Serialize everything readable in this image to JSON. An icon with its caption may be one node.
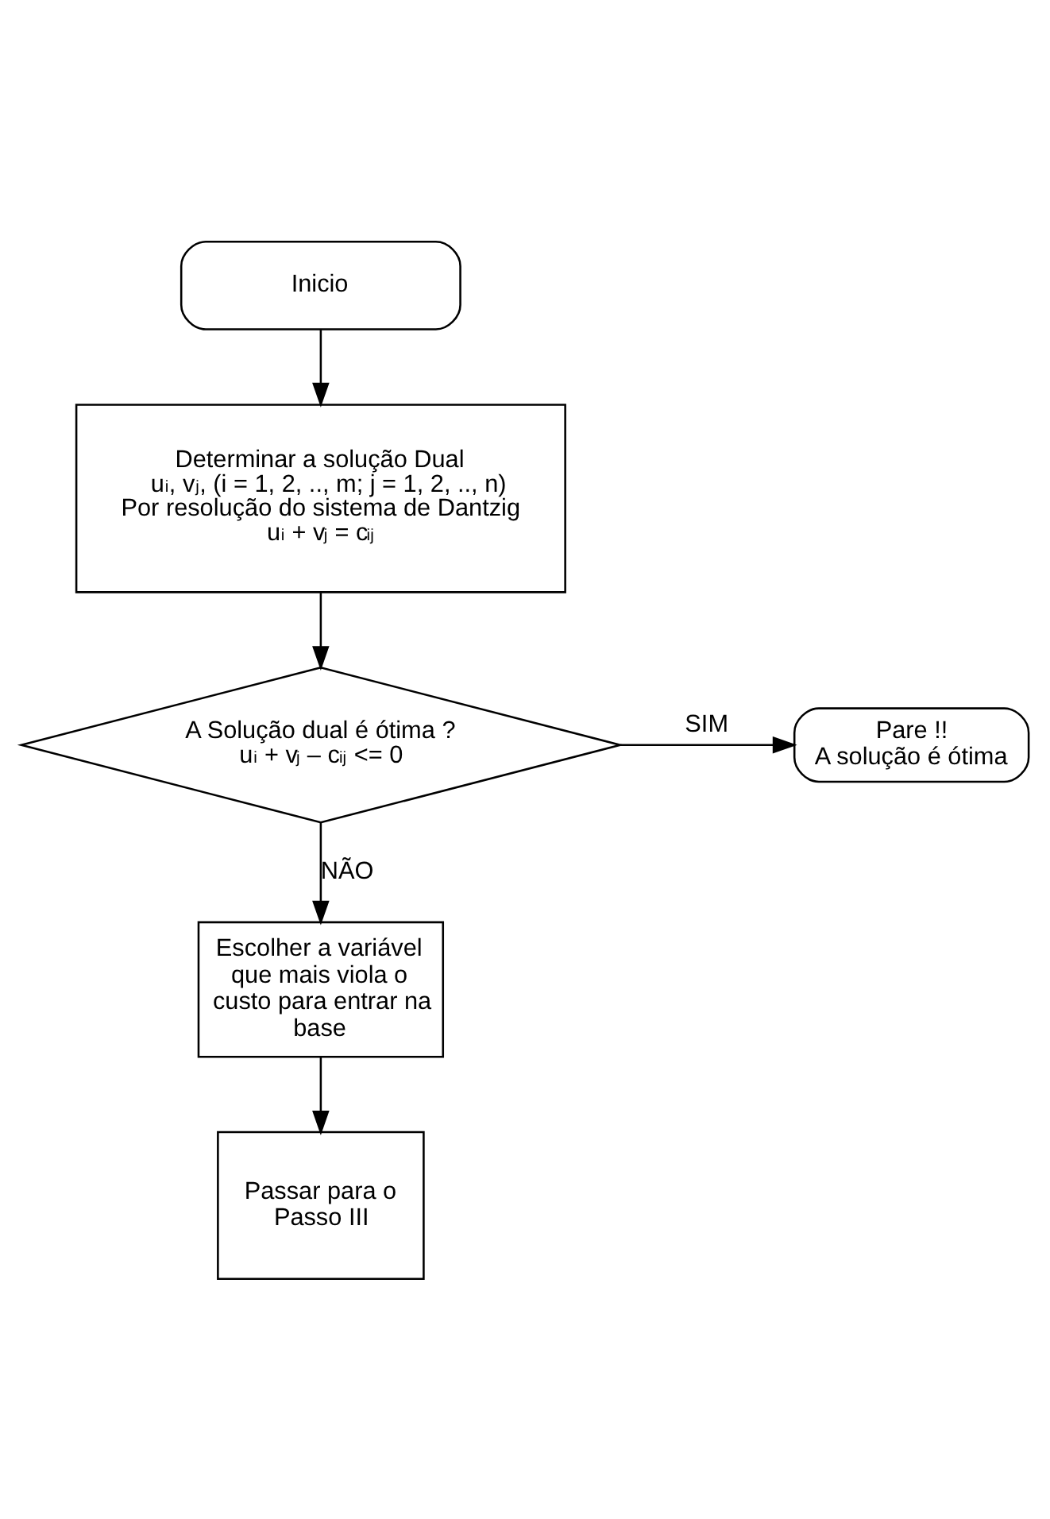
{
  "diagram": {
    "nodes": [
      {
        "text": [
          "Inicio"
        ]
      },
      {
        "text": [
          "Determinar a solução Dual",
          "u$_{i}$, v$_{j}$, (i = 1, 2, .., m; j = 1, 2, .., n)",
          "Por resolução do sistema de Dantzig",
          "u$_{i}$ + v$_{j}$ = c$_{ij}$"
        ]
      },
      {
        "text": [
          "A Solução dual é ótima ?",
          "u$_{i}$ + v$_{j}$ – c$_{ij}$ <= 0"
        ]
      },
      {
        "text": [
          "Pare !!",
          "A solução é ótima"
        ]
      },
      {
        "text": [
          "Escolher a variável que mais viola o custo para entrar na base"
        ]
      },
      {
        "text": [
          "Passar para o Passo III"
        ]
      }
    ],
    "edges": [
      {
        "from": 0,
        "to": 1,
        "arrow": "to"
      },
      {
        "from": 1,
        "to": 2,
        "arrow": "to"
      },
      {
        "from": 2,
        "to": 3,
        "arrow": "to",
        "label": "SIM"
      },
      {
        "from": 2,
        "to": 4,
        "arrow": "to",
        "label": "NÃO"
      },
      {
        "from": 4,
        "to": 5,
        "arrow": "to"
      }
    ]
  }
}
